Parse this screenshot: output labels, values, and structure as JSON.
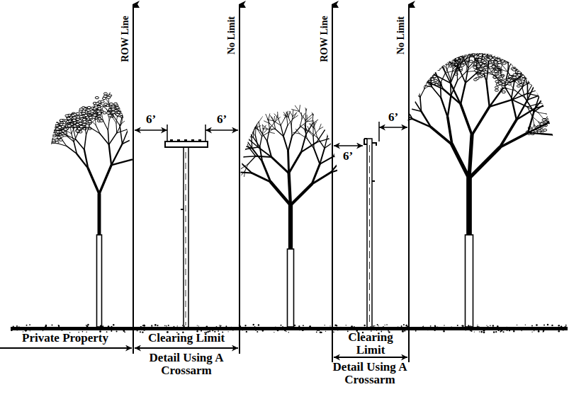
{
  "diagram": {
    "labels": [
      "ROW Line",
      "No Limit",
      "6’",
      "6’",
      "ROW Line",
      "6’",
      "6’",
      "No Limit",
      "Private Property",
      "Clearing Limit",
      "Detail Using A Crossarm",
      "Clearing Limit",
      "Detail Using A Crossarm"
    ]
  }
}
